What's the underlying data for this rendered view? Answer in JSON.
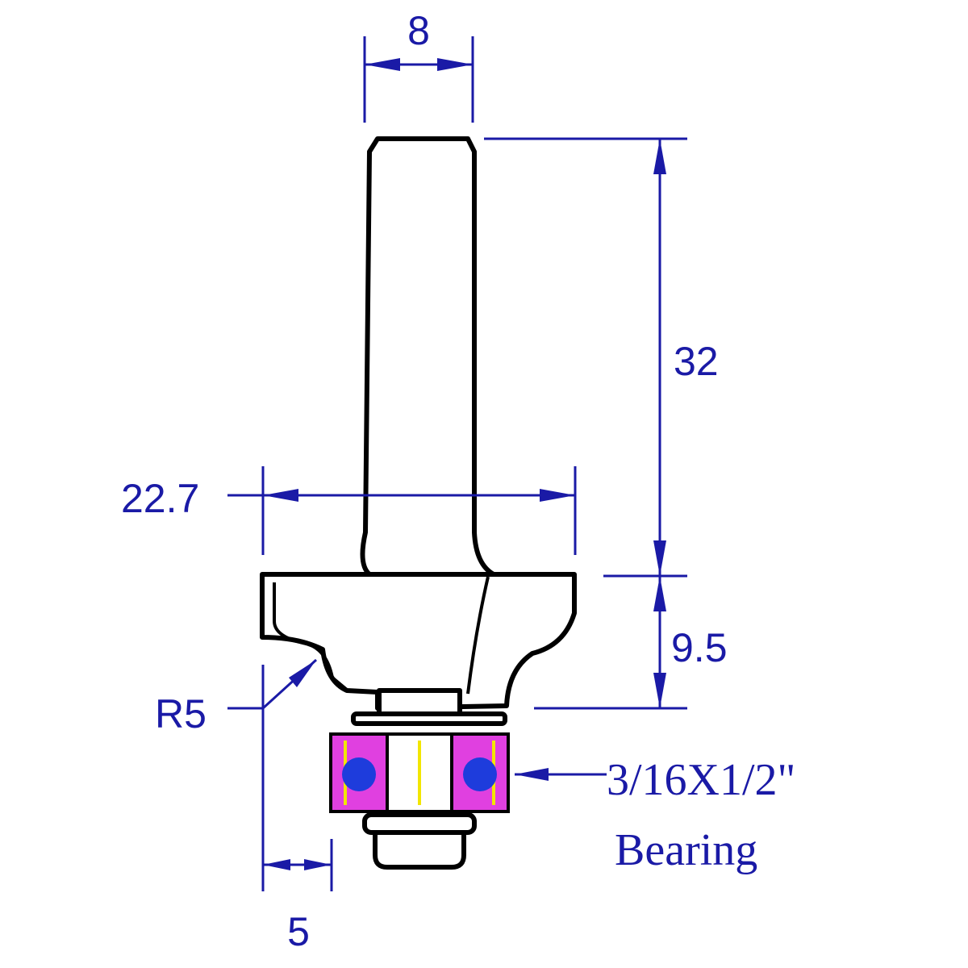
{
  "dimensions": {
    "shank_diameter": "8",
    "shank_length": "32",
    "cutting_diameter": "22.7",
    "cutting_height": "9.5",
    "radius": "R5",
    "offset": "5"
  },
  "bearing_note": {
    "size": "3/16X1/2\"",
    "label": "Bearing"
  },
  "colors": {
    "dimension": "#1a1aa6",
    "outline": "#000000",
    "bearing_shell": "#e040e0",
    "bearing_ball": "#1e3cdc",
    "bearing_highlight": "#f2e600"
  }
}
